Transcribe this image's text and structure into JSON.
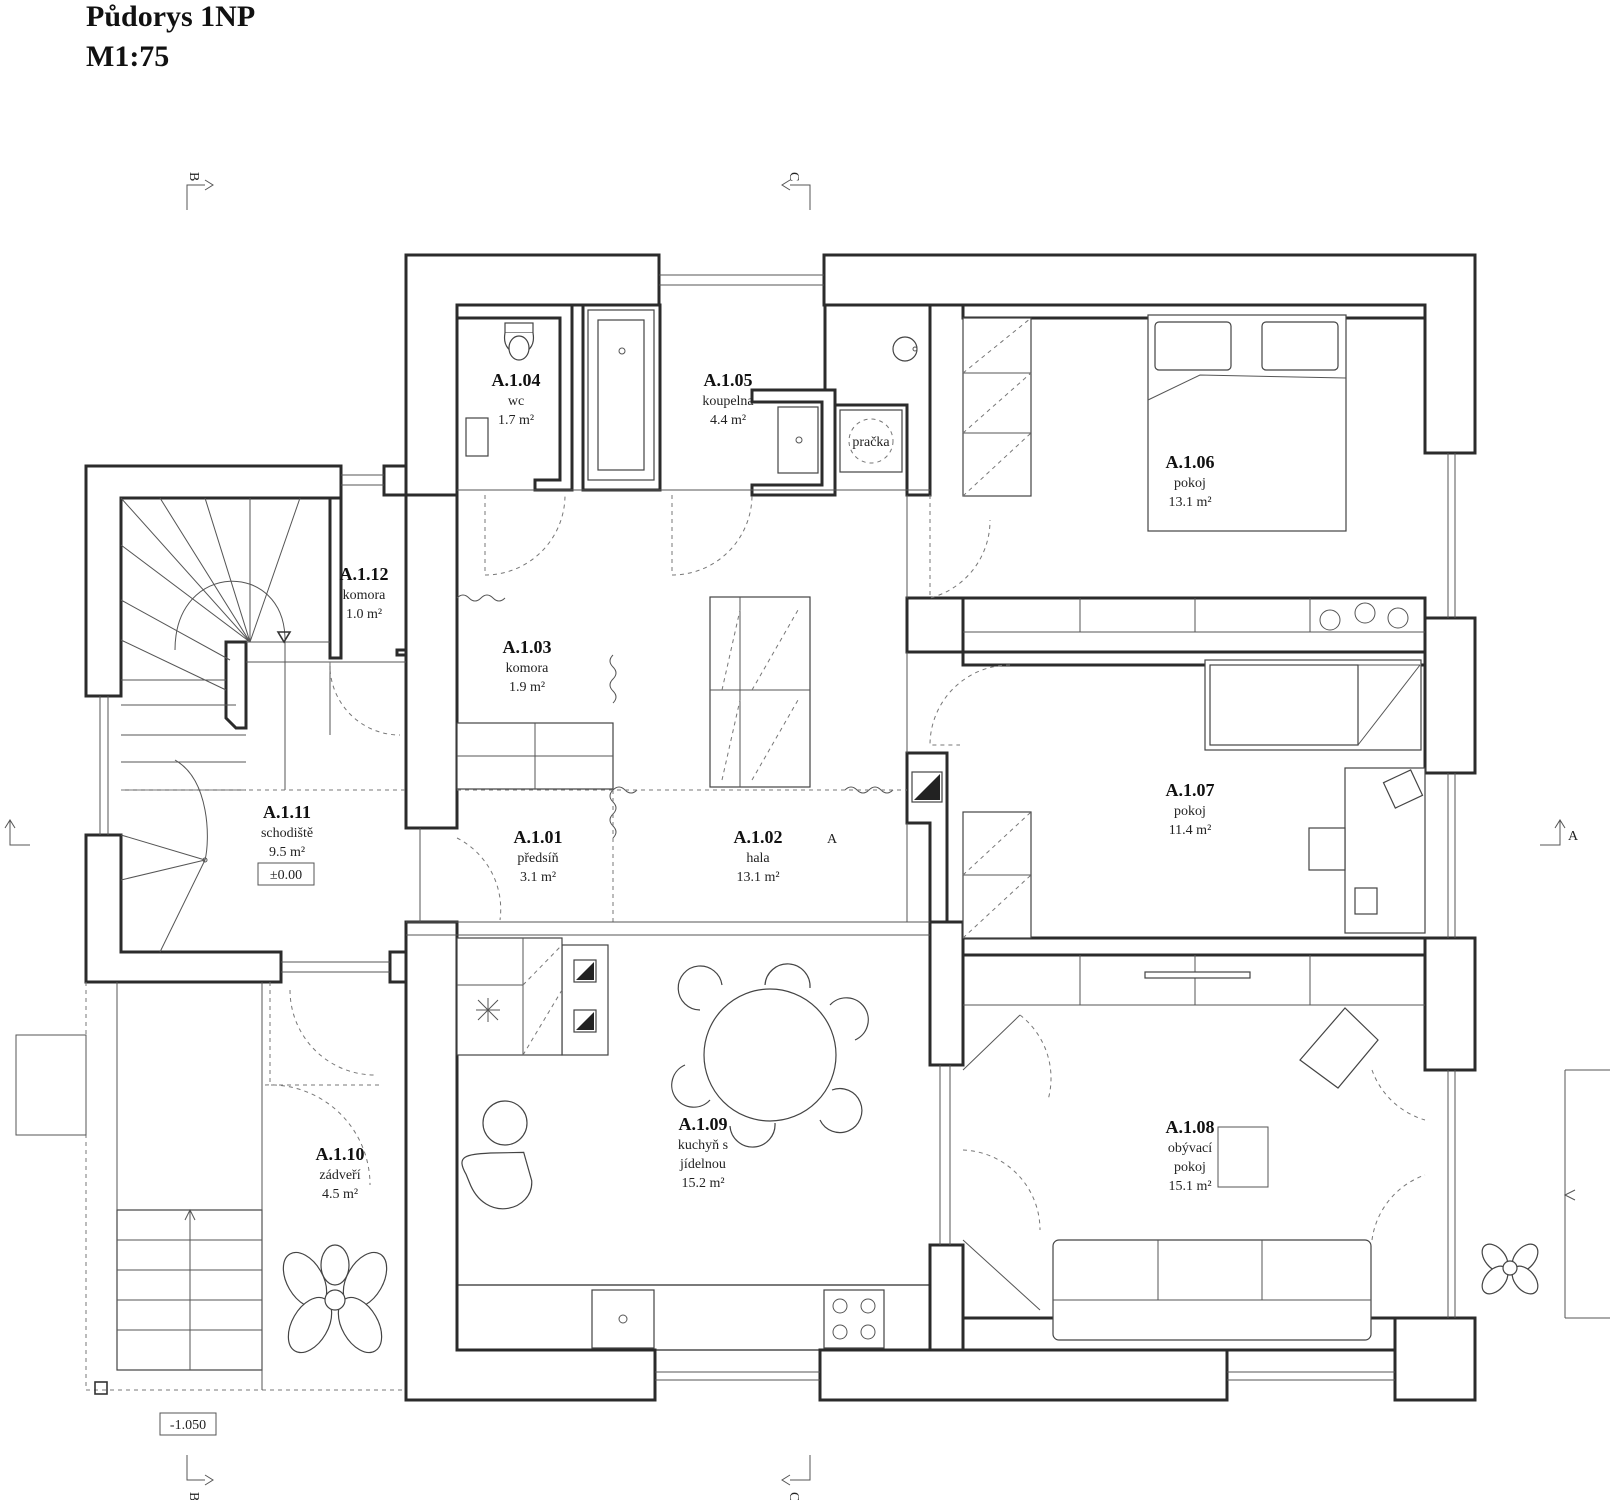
{
  "title": {
    "line1": "Půdorys 1NP",
    "line2": "M1:75"
  },
  "rooms": [
    {
      "id": "A.1.01",
      "name": "předsíň",
      "area": "3.1 m²"
    },
    {
      "id": "A.1.02",
      "name": "hala",
      "area": "13.1 m²"
    },
    {
      "id": "A.1.03",
      "name": "komora",
      "area": "1.9 m²"
    },
    {
      "id": "A.1.04",
      "name": "wc",
      "area": "1.7 m²"
    },
    {
      "id": "A.1.05",
      "name": "koupelna",
      "area": "4.4 m²"
    },
    {
      "id": "A.1.06",
      "name": "pokoj",
      "area": "13.1 m²"
    },
    {
      "id": "A.1.07",
      "name": "pokoj",
      "area": "11.4 m²"
    },
    {
      "id": "A.1.08",
      "name": "obývací",
      "name2": "pokoj",
      "area": "15.1 m²"
    },
    {
      "id": "A.1.09",
      "name": "kuchyň s",
      "name2": "jídelnou",
      "area": "15.2 m²"
    },
    {
      "id": "A.1.10",
      "name": "zádveří",
      "area": "4.5 m²"
    },
    {
      "id": "A.1.11",
      "name": "schodiště",
      "area": "9.5 m²"
    },
    {
      "id": "A.1.12",
      "name": "komora",
      "area": "1.0 m²"
    }
  ],
  "labels": {
    "pracka": "pračka",
    "level_main": "±0.00",
    "level_entry": "-1.050",
    "section_mark_hall": "A"
  },
  "sections": {
    "a": "A",
    "b": "B",
    "c": "C"
  }
}
